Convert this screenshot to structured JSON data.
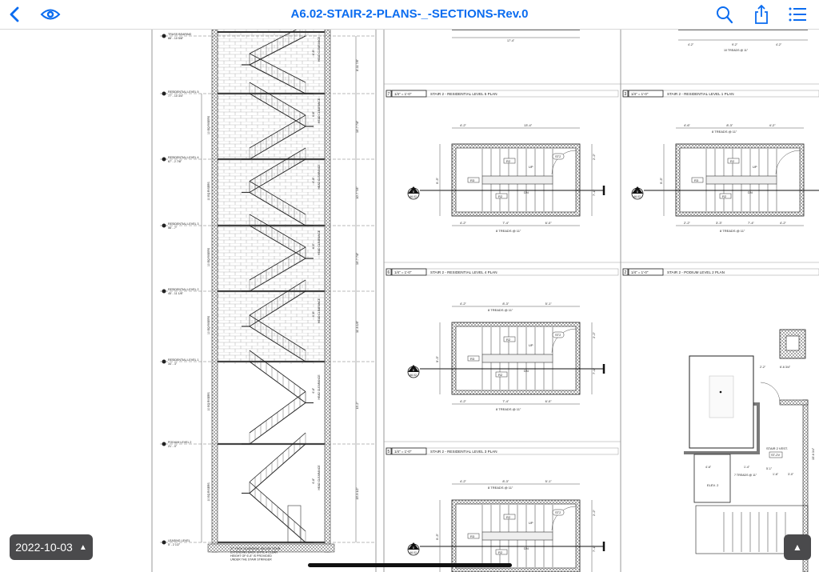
{
  "header": {
    "title": "A6.02-STAIR-2-PLANS-_-SECTIONS-Rev.0",
    "icons": [
      "back-chevron-icon",
      "eye-icon",
      "search-icon",
      "share-icon",
      "list-icon"
    ]
  },
  "colors": {
    "accent": "#0a6cf0",
    "button_bg": "#4a4a4c"
  },
  "footer": {
    "date_label": "2022-10-03",
    "date_arrow": "▲",
    "scroll_top_arrow": "▲"
  },
  "section": {
    "levels": [
      {
        "name": "TRUSS BEARING",
        "elev": "88' - 10 5/8\""
      },
      {
        "name": "RESIDENTIAL LEVEL 5",
        "elev": "77' - 10 3/4\""
      },
      {
        "name": "RESIDENTIAL LEVEL 4",
        "elev": "67' - 2 7/8\""
      },
      {
        "name": "RESIDENTIAL LEVEL 3",
        "elev": "56' - 7\""
      },
      {
        "name": "RESIDENTIAL LEVEL 2",
        "elev": "45' - 11 1/8\""
      },
      {
        "name": "RESIDENTIAL LEVEL 1",
        "elev": "34' - 3\""
      },
      {
        "name": "PODIUM LEVEL 2",
        "elev": "21' - 0\""
      },
      {
        "name": "LEASING LEVEL",
        "elev": "5' - 2 1/2\""
      }
    ],
    "right_dims": [
      "8'-11 7/8\"",
      "10'-7 7/8\"",
      "10'-7 7/8\"",
      "10'-7 7/8\"",
      "11'-8 1/8\"",
      "13'-2\"",
      "15'-9 1/2\""
    ],
    "risers_label": "10 EQ RISERS",
    "clearance_label": "HEAD CLEARANCE",
    "clearance_dim": "6'-8\"",
    "note": [
      "27\" HIGH GUARDRAIL BELOW STAIR,",
      "EXTENDING BACK UNTIL A CLEAR",
      "HEIGHT OF 6'-8\" IS PROVIDED",
      "UNDER THE STAIR STRINGER"
    ]
  },
  "plans": [
    {
      "num": "7",
      "scale": "1/4\" = 1'-0\"",
      "title": "STAIR 2 - RESIDENTIAL LEVEL 5 PLAN",
      "top_dims": [
        "4'-2\"",
        "13'-4\""
      ],
      "bottom_dims": [
        "4'-2\"",
        "7'-4\"",
        "6'-0\""
      ],
      "treads": "8 TREADS @ 11\"",
      "side_dims": [
        "9'-3\"",
        "2'-2\"",
        "7'-1\""
      ],
      "tags": [
        "R2",
        "R3",
        "R2",
        "ST2"
      ],
      "up": "UP",
      "dn": "DN",
      "marker": [
        "8",
        "A6.02"
      ]
    },
    {
      "num": "6",
      "scale": "1/4\" = 1'-0\"",
      "title": "STAIR 2 - RESIDENTIAL LEVEL 4 PLAN",
      "top_dims": [
        "4'-2\"",
        "8'-3\"",
        "5'-1\""
      ],
      "top_treads": "8 TREADS @ 11\"",
      "bottom_dims": [
        "4'-2\"",
        "7'-4\"",
        "6'-0\""
      ],
      "treads": "8 TREADS @ 11\"",
      "side_dims": [
        "9'-3\"",
        "2'-2\"",
        "7'-1\""
      ],
      "tags": [
        "R2",
        "R3",
        "R2",
        "ST2"
      ],
      "up": "UP",
      "dn": "DN",
      "marker": [
        "8",
        "A6.02"
      ]
    },
    {
      "num": "5",
      "scale": "1/4\" = 1'-0\"",
      "title": "STAIR 2 - RESIDENTIAL LEVEL 3 PLAN",
      "top_dims": [
        "4'-2\"",
        "8'-3\"",
        "5'-1\""
      ],
      "top_treads": "8 TREADS @ 11\"",
      "bottom_dims": [],
      "treads": "",
      "side_dims": [
        "9'-3\"",
        "2'-2\"",
        "7'-1\""
      ],
      "tags": [
        "R2",
        "R3",
        "R2",
        "ST2"
      ],
      "up": "UP",
      "dn": "DN",
      "marker": [
        "8",
        "A6.02"
      ]
    },
    {
      "num": "3",
      "scale": "1/4\" = 1'-0\"",
      "title": "STAIR 2 - RESIDENTIAL LEVEL 1 PLAN",
      "top_dims": [
        "4'-6\"",
        "8'-3\"",
        "4'-2\""
      ],
      "top_treads": "8 TREADS @ 11\"",
      "bottom_dims": [
        "2'-2\"",
        "3'-3\"",
        "7'-4\"",
        "4'-2\""
      ],
      "treads": "8 TREADS @ 11\"",
      "side_dims": [
        "9'-3\""
      ],
      "tags": [
        "R2",
        "R3",
        "R2"
      ],
      "up": "UP",
      "dn": "DN",
      "marker": [
        "8",
        "A6.02"
      ]
    },
    {
      "num": "2",
      "scale": "1/4\" = 1'-0\"",
      "title": "STAIR 2 - PODIUM LEVEL 2 PLAN",
      "vest_label": "STAIR 2 VEST.",
      "vest_tag": "ST-2V",
      "elev_label": "ELEV. 2",
      "treads": "7 TREADS @ 11\"",
      "dims": [
        "2'-2\"",
        "6'-6 3/4\"",
        "4'-6\"",
        "1'-4\"",
        "5'-1\"",
        "1'-6\"",
        "3'-0\"",
        "15'-6 3/4\""
      ]
    }
  ],
  "top_fragments": {
    "left_dim": "17'-4\"",
    "right_dims": [
      "4'-2\"",
      "9'-2\"",
      "4'-2\""
    ],
    "right_treads": "10 TREADS @ 11\""
  }
}
